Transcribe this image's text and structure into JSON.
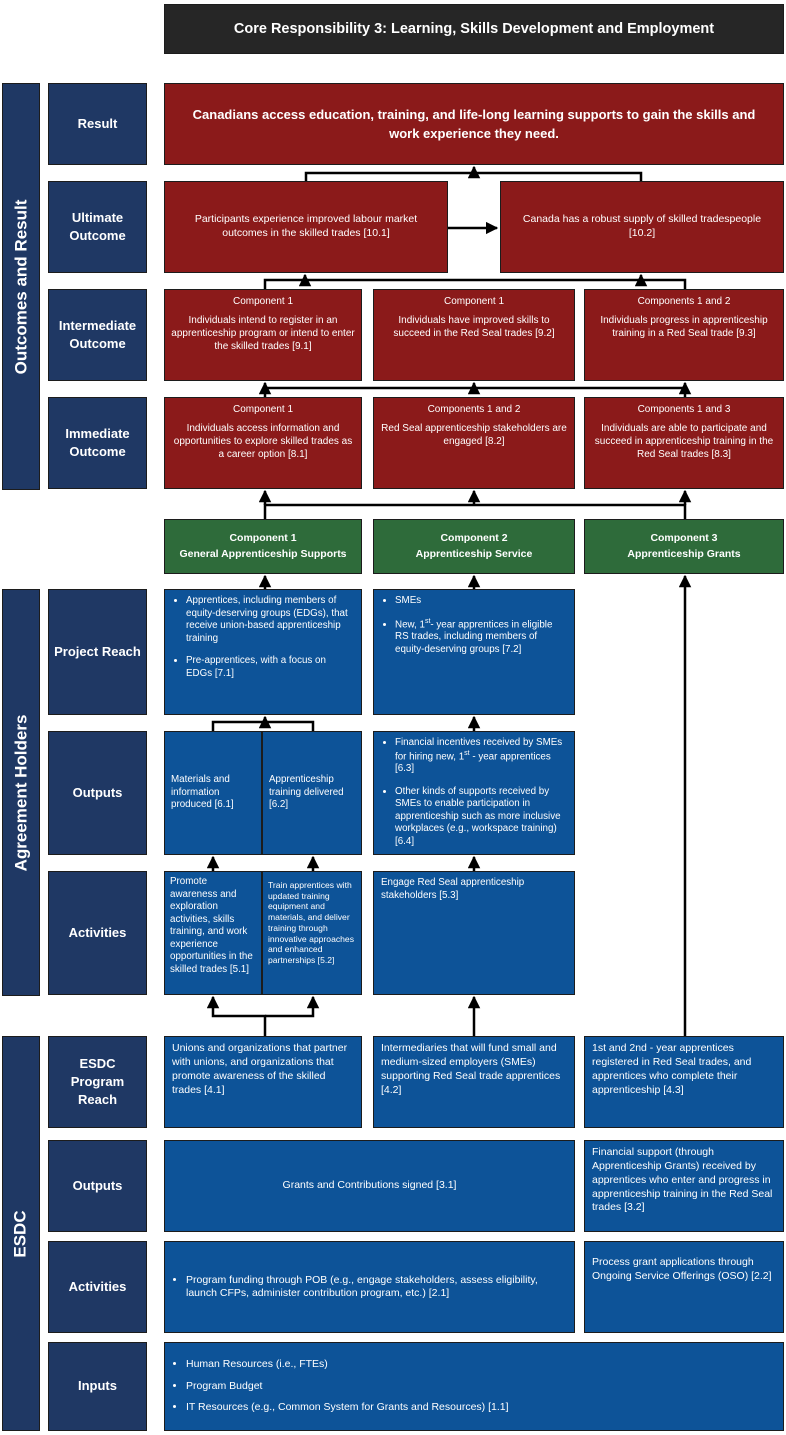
{
  "title": "Core Responsibility 3: Learning, Skills Development and Employment",
  "sections": {
    "outcomes": "Outcomes and Result",
    "agreement": "Agreement Holders",
    "esdc": "ESDC"
  },
  "rows": {
    "result": "Result",
    "ultimate": "Ultimate Outcome",
    "intermediate": "Intermediate Outcome",
    "immediate": "Immediate Outcome",
    "project_reach": "Project Reach",
    "outputs_ah": "Outputs",
    "activities_ah": "Activities",
    "esdc_reach": "ESDC Program Reach",
    "outputs_esdc": "Outputs",
    "activities_esdc": "Activities",
    "inputs": "Inputs"
  },
  "result": "Canadians access education, training, and life-long learning supports to gain the skills and work experience they need.",
  "ultimate": [
    "Participants experience improved labour market outcomes in the skilled trades [10.1]",
    "Canada has a robust supply of skilled tradespeople [10.2]"
  ],
  "intermediate": [
    {
      "component": "Component 1",
      "text": "Individuals intend to register in an apprenticeship program or intend to enter the skilled trades [9.1]"
    },
    {
      "component": "Component 1",
      "text": "Individuals have improved skills to succeed in the Red Seal trades [9.2]"
    },
    {
      "component": "Components 1 and 2",
      "text": "Individuals progress in apprenticeship training in a Red Seal trade [9.3]"
    }
  ],
  "immediate": [
    {
      "component": "Component 1",
      "text": "Individuals access information and opportunities to explore skilled trades as a career option [8.1]"
    },
    {
      "component": "Components 1 and 2",
      "text": "Red Seal apprenticeship stakeholders are engaged [8.2]"
    },
    {
      "component": "Components 1 and 3",
      "text": "Individuals are able to participate and succeed in apprenticeship training in the Red Seal trades [8.3]"
    }
  ],
  "components": [
    {
      "num": "Component 1",
      "name": "General Apprenticeship Supports"
    },
    {
      "num": "Component  2",
      "name": "Apprenticeship Service"
    },
    {
      "num": "Component  3",
      "name": "Apprenticeship Grants"
    }
  ],
  "project_reach": {
    "c1": [
      "Apprentices, including members of equity-deserving groups (EDGs), that receive union-based apprenticeship training",
      "Pre-apprentices, with a focus on EDGs [7.1]"
    ],
    "c2_a": "SMEs",
    "c2_b_pre": "New, 1",
    "c2_b_sup": "st",
    "c2_b_post": "- year apprentices in eligible RS trades, including members of equity-deserving groups [7.2]"
  },
  "outputs_ah": {
    "a": "Materials and information produced [6.1]",
    "b": "Apprenticeship training delivered [6.2]",
    "c2_a_pre": "Financial incentives received by SMEs for hiring new, 1",
    "c2_a_sup": "st",
    "c2_a_post": " - year apprentices [6.3]",
    "c2_b": "Other kinds of supports received by SMEs to enable participation in apprenticeship such as more inclusive workplaces (e.g., workspace training) [6.4]"
  },
  "activities_ah": {
    "a": "Promote awareness and exploration activities, skills training, and work experience opportunities in the skilled trades [5.1]",
    "b": "Train apprentices with updated training equipment and materials, and deliver training through innovative approaches and enhanced partnerships [5.2]",
    "c": "Engage Red Seal apprenticeship stakeholders [5.3]"
  },
  "esdc_reach": [
    "Unions and organizations that partner with unions, and organizations that promote awareness of the skilled trades [4.1]",
    "Intermediaries that will fund small and medium-sized employers (SMEs) supporting Red Seal trade apprentices [4.2]",
    "1st and 2nd - year apprentices registered in Red Seal trades, and apprentices who complete their apprenticeship [4.3]"
  ],
  "outputs_esdc": [
    "Grants and Contributions signed [3.1]",
    "Financial support (through Apprenticeship Grants) received by apprentices who enter and progress in apprenticeship training in the Red Seal trades [3.2]"
  ],
  "activities_esdc": [
    "Program funding through POB  (e.g., engage stakeholders, assess eligibility, launch CFPs, administer contribution program, etc.) [2.1]",
    "Process grant applications through Ongoing Service Offerings (OSO) [2.2]"
  ],
  "inputs": [
    "Human Resources (i.e., FTEs)",
    "Program Budget",
    "IT Resources (e.g., Common System for Grants and Resources) [1.1]"
  ],
  "colors": {
    "navy": "#1f3864",
    "red": "#8b1a1a",
    "green": "#2e6b3a",
    "blue": "#0d5398"
  }
}
